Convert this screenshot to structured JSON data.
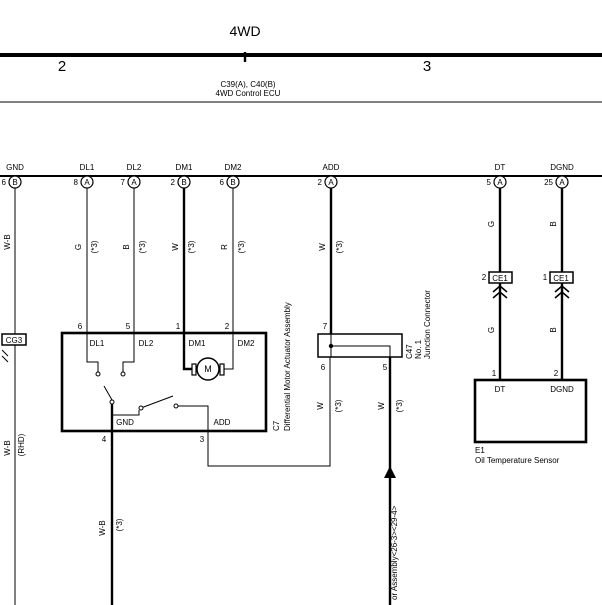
{
  "header": {
    "title": "4WD",
    "col_left": "2",
    "col_right": "3",
    "ecu_connectors": "C39(A), C40(B)",
    "ecu_name": "4WD Control ECU"
  },
  "ecu_pins": [
    {
      "name": "GND",
      "pin": "6",
      "conn": "B"
    },
    {
      "name": "DL1",
      "pin": "8",
      "conn": "A"
    },
    {
      "name": "DL2",
      "pin": "7",
      "conn": "A"
    },
    {
      "name": "DM1",
      "pin": "2",
      "conn": "B"
    },
    {
      "name": "DM2",
      "pin": "6",
      "conn": "B"
    },
    {
      "name": "ADD",
      "pin": "2",
      "conn": "A"
    },
    {
      "name": "DT",
      "pin": "5",
      "conn": "A"
    },
    {
      "name": "DGND",
      "pin": "25",
      "conn": "A"
    }
  ],
  "wires": {
    "gnd_top": "W-B",
    "dl1": {
      "color": "G",
      "note": "(*3)"
    },
    "dl2": {
      "color": "B",
      "note": "(*3)"
    },
    "dm1": {
      "color": "W",
      "note": "(*3)"
    },
    "dm2": {
      "color": "R",
      "note": "(*3)"
    },
    "add": {
      "color": "W",
      "note": "(*3)"
    },
    "dt_top": "G",
    "dgnd_top": "B",
    "dt_bottom": "G",
    "dgnd_bottom": "B",
    "gnd_bottom": {
      "color": "W-B",
      "note": "(RHD)"
    },
    "gnd_motor": {
      "color": "W-B",
      "note": "(*3)"
    },
    "junction_out1": {
      "color": "W",
      "note": "(*3)"
    },
    "junction_out2": {
      "color": "W",
      "note": "(*3)"
    }
  },
  "connectors": {
    "cg3": "CG3",
    "ce1_a": {
      "pin": "2",
      "label": "CE1"
    },
    "ce1_b": {
      "pin": "1",
      "label": "CE1"
    }
  },
  "actuator": {
    "pins_top": [
      "6",
      "5",
      "1",
      "2"
    ],
    "labels_top": [
      "DL1",
      "DL2",
      "DM1",
      "DM2"
    ],
    "motor": "M",
    "gnd_label": "GND",
    "add_label": "ADD",
    "pin_gnd": "4",
    "pin_add": "3",
    "id": "C7",
    "name": "Differential Motor Actuator Assembly"
  },
  "junction": {
    "pin_in": "7",
    "pin_out1": "6",
    "pin_out2": "5",
    "id": "C47",
    "no": "No. 1",
    "name": "Junction Connector"
  },
  "sensor": {
    "pin_dt": "1",
    "pin_dgnd": "2",
    "label_dt": "DT",
    "label_dgnd": "DGND",
    "id": "E1",
    "name": "Oil Temperature Sensor"
  },
  "ref_text": "or Assembly<26-3><29-4>"
}
